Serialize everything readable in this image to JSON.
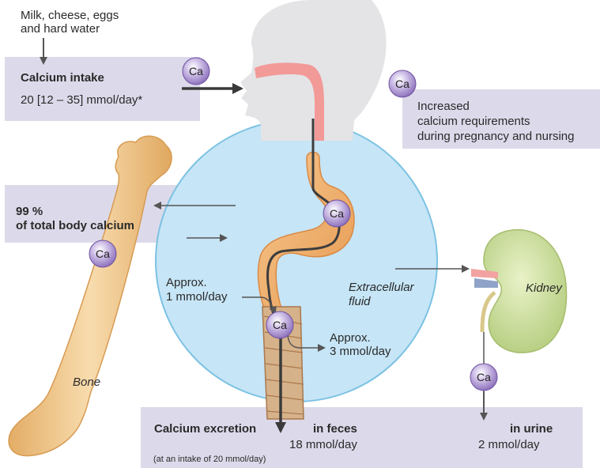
{
  "sources": {
    "line1": "Milk, cheese, eggs",
    "line2": "and hard water"
  },
  "intake": {
    "title": "Calcium intake",
    "value": "20 [12 – 35] mmol/day*"
  },
  "pregnancy": {
    "line1": "Increased",
    "line2": "calcium requirements",
    "line3": "during pregnancy and nursing"
  },
  "bone_store": {
    "line1": "99 %",
    "line2": "of total body calcium"
  },
  "ca_label": "Ca",
  "labels": {
    "bone": "Bone",
    "ecf_line1": "Extracellular",
    "ecf_line2": "fluid",
    "kidney": "Kidney"
  },
  "absorption": {
    "line1": "Approx.",
    "line2": "1 mmol/day"
  },
  "secretion": {
    "line1": "Approx.",
    "line2": "3 mmol/day"
  },
  "excretion": {
    "title": "Calcium excretion",
    "feces_label": "in feces",
    "feces_value": "18 mmol/day",
    "urine_label": "in urine",
    "urine_value": "2 mmol/day",
    "note": "(at an intake of 20 mmol/day)"
  },
  "colors": {
    "box": "#dcdaea",
    "ecf": "#c5e4f5",
    "ecf_border": "#7fc3e3",
    "ca_badge": "#a28bc8",
    "bone": "#f0c990",
    "stomach": "#f3b87a",
    "kidney": "#cfe0a2",
    "head": "#e3e3e5",
    "throat": "#f29a98"
  }
}
